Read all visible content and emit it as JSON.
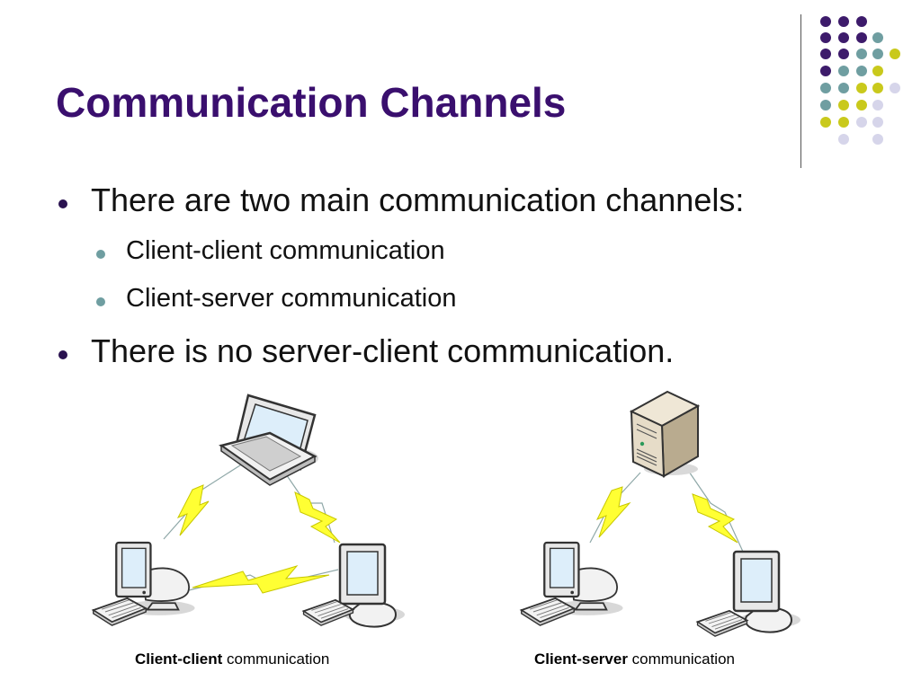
{
  "slide": {
    "title": "Communication Channels",
    "bullets": [
      {
        "text": "There are two main communication channels:",
        "sub": [
          "Client-client communication",
          "Client-server communication"
        ]
      },
      {
        "text": "There is no server-client communication."
      }
    ]
  },
  "diagrams": {
    "client_client": {
      "caption_bold": "Client-client",
      "caption_rest": " communication"
    },
    "client_server": {
      "caption_bold": "Client-server",
      "caption_rest": " communication"
    }
  },
  "theme": {
    "title_color": "#3a0f6e",
    "dot_colors": {
      "purple": "#3d1b6b",
      "teal": "#6f9ea1",
      "olive": "#c9c91c",
      "lavender": "#d6d5ea"
    },
    "bolt_color": "#ffff33"
  }
}
